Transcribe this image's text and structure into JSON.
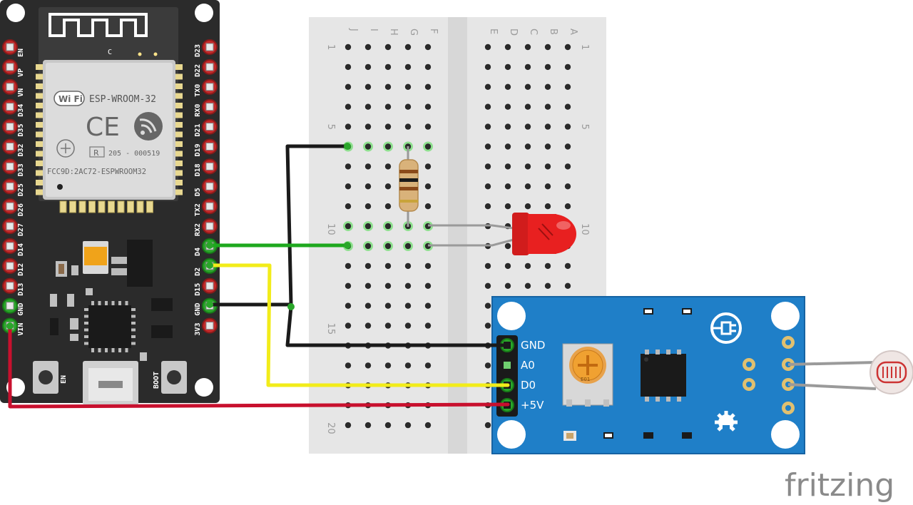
{
  "esp32": {
    "module_name": "ESP-WROOM-32",
    "wifi_text": "Wi Fi",
    "ce_text": "CE",
    "r_text": "R",
    "cert_text": "205 - 000519",
    "fcc_text": "FCC9D:2AC72-ESPWROOM32",
    "antenna_label": "C",
    "en_label": "EN",
    "boot_label": "BOOT",
    "left_pins": [
      "EN",
      "VP",
      "VN",
      "D34",
      "D35",
      "D32",
      "D33",
      "D25",
      "D26",
      "D27",
      "D14",
      "D12",
      "D13",
      "GND",
      "VIN"
    ],
    "right_pins": [
      "D23",
      "D22",
      "TX0",
      "RX0",
      "D21",
      "D19",
      "D18",
      "D5",
      "TX2",
      "RX2",
      "D4",
      "D2",
      "D15",
      "GND",
      "3V3"
    ]
  },
  "breadboard": {
    "columns_left": [
      "J",
      "I",
      "H",
      "G",
      "F"
    ],
    "columns_right": [
      "E",
      "D",
      "C",
      "B",
      "A"
    ],
    "row_numbers": [
      "1",
      "5",
      "10",
      "15",
      "20"
    ]
  },
  "sensor": {
    "pins": [
      "GND",
      "A0",
      "D0",
      "+5V"
    ],
    "pot_label": "E01"
  },
  "watermark": "fritzing",
  "colors": {
    "board": "#2b2b2b",
    "breadboard": "#e5e5e5",
    "sensor": "#1f7fc8",
    "wire_black": "#1a1a1a",
    "wire_green": "#1ea81e",
    "wire_yellow": "#f2ec1a",
    "wire_red": "#c8102e",
    "led": "#e51c1c"
  }
}
